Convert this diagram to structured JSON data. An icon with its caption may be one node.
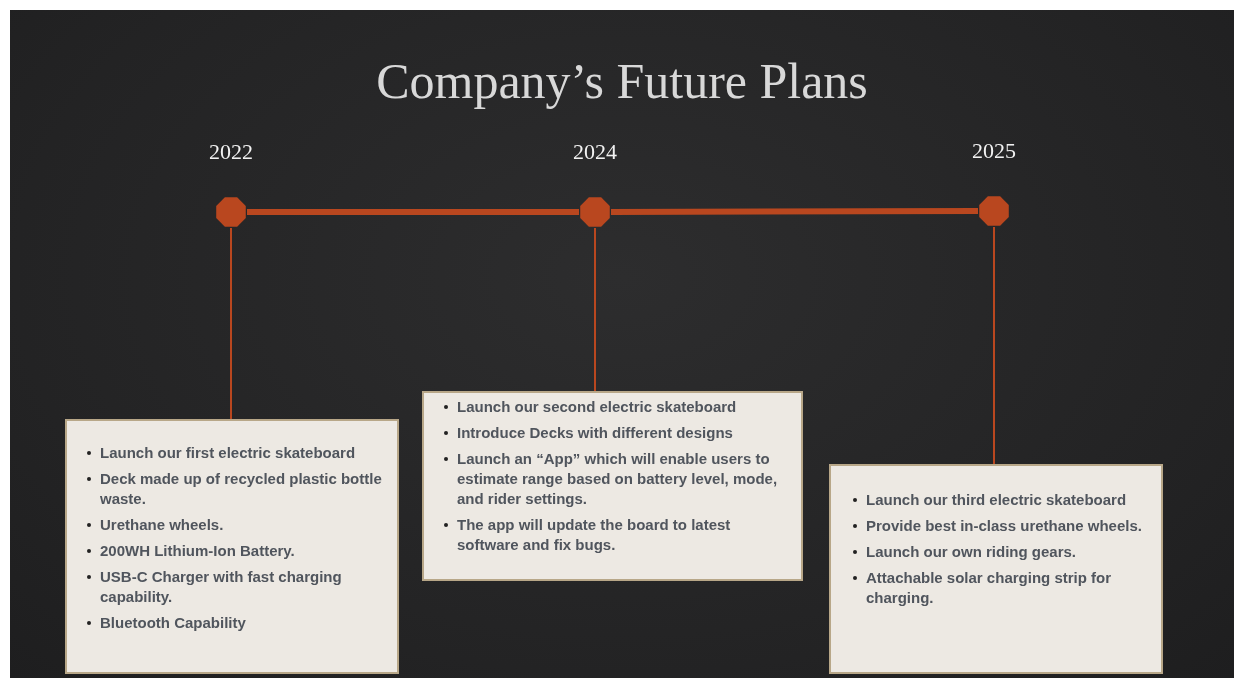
{
  "diagram": {
    "title": "Company’s Future Plans",
    "nodes": [
      {
        "text": [
          "2022"
        ]
      },
      {
        "text": [
          "2024"
        ]
      },
      {
        "text": [
          "2025"
        ]
      },
      {
        "text": [
          "Launch our first electric skateboard",
          "Deck made up of recycled plastic bottle waste.",
          "Urethane wheels.",
          "200WH Lithium-Ion Battery.",
          "USB-C Charger with fast charging capability.",
          "Bluetooth Capability"
        ]
      },
      {
        "text": [
          "Launch our second electric skateboard",
          "Introduce Decks with different designs",
          "Launch an “App” which will enable users to estimate range based on battery level, mode, and rider settings.",
          "The app will update the board to latest software and fix bugs."
        ]
      },
      {
        "text": [
          "Launch our third electric skateboard",
          "Provide best in-class urethane wheels.",
          "Launch our own riding gears.",
          "Attachable solar charging strip for charging."
        ]
      }
    ],
    "edges": [
      {
        "from": 0,
        "to": 1,
        "arrow": "none",
        "style": "thick"
      },
      {
        "from": 1,
        "to": 2,
        "arrow": "none",
        "style": "thick"
      },
      {
        "from": 0,
        "to": 3,
        "arrow": "none"
      },
      {
        "from": 1,
        "to": 4,
        "arrow": "none"
      },
      {
        "from": 2,
        "to": 5,
        "arrow": "none"
      }
    ]
  }
}
